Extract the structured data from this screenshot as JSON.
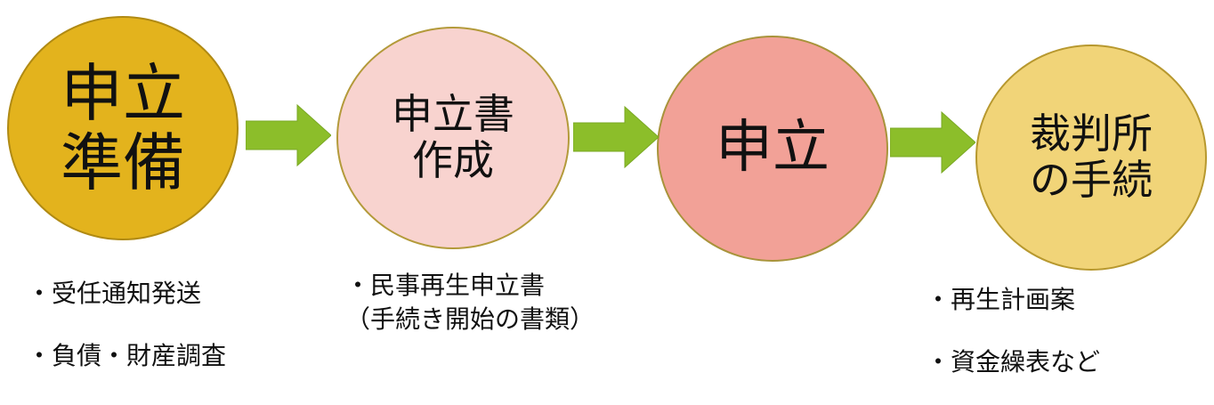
{
  "steps": [
    {
      "lines": [
        "申立",
        "準備"
      ],
      "color": "#e3b31d"
    },
    {
      "lines": [
        "申立書",
        "作成"
      ],
      "color": "#f8d3cf"
    },
    {
      "lines": [
        "申立"
      ],
      "color": "#f2a197"
    },
    {
      "lines": [
        "裁判所",
        "の手続"
      ],
      "color": "#f1d478"
    }
  ],
  "notes": {
    "step1": [
      "・受任通知発送",
      "・負債・財産調査"
    ],
    "step2": [
      "・民事再生申立書",
      "（手続き開始の書類）"
    ],
    "step4": [
      "・再生計画案",
      "・資金繰表など"
    ]
  },
  "arrow_color": "#8cbe2a"
}
